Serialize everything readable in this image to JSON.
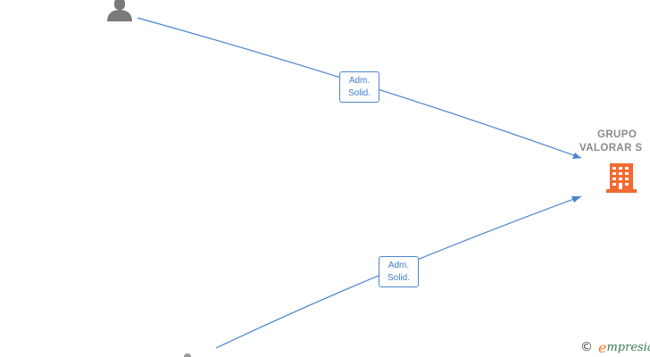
{
  "nodes": {
    "company": {
      "name_line1": "GRUPO",
      "name_line2": "VALORAR S",
      "icon": "building-icon",
      "icon_color": "#f26a30"
    },
    "person": {
      "icon": "person-icon",
      "icon_color": "#7a7a7a"
    }
  },
  "edges": [
    {
      "label_line1": "Adm.",
      "label_line2": "Solid."
    },
    {
      "label_line1": "Adm.",
      "label_line2": "Solid."
    }
  ],
  "colors": {
    "edge": "#4a86d0",
    "label_text": "#3f7ccc",
    "name_text": "#8a8a8a"
  },
  "brand": {
    "copyright_symbol": "©",
    "initial": "e",
    "rest": "mpresia"
  }
}
